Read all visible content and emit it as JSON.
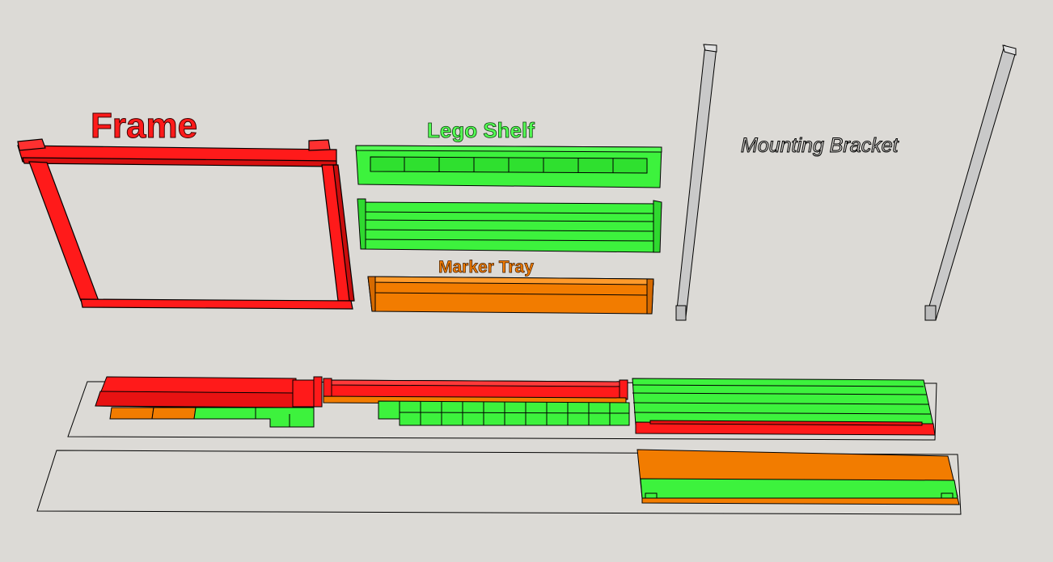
{
  "labels": {
    "frame": "Frame",
    "lego_shelf": "Lego Shelf",
    "marker_tray": "Marker Tray",
    "mounting_bracket": "Mounting Bracket"
  },
  "colors": {
    "background": "#dcdad6",
    "frame_red": "#ff1a1a",
    "shelf_green": "#3df23d",
    "tray_orange": "#f27c00",
    "bracket_gray": "#c9c9c9",
    "outline": "#000000"
  }
}
